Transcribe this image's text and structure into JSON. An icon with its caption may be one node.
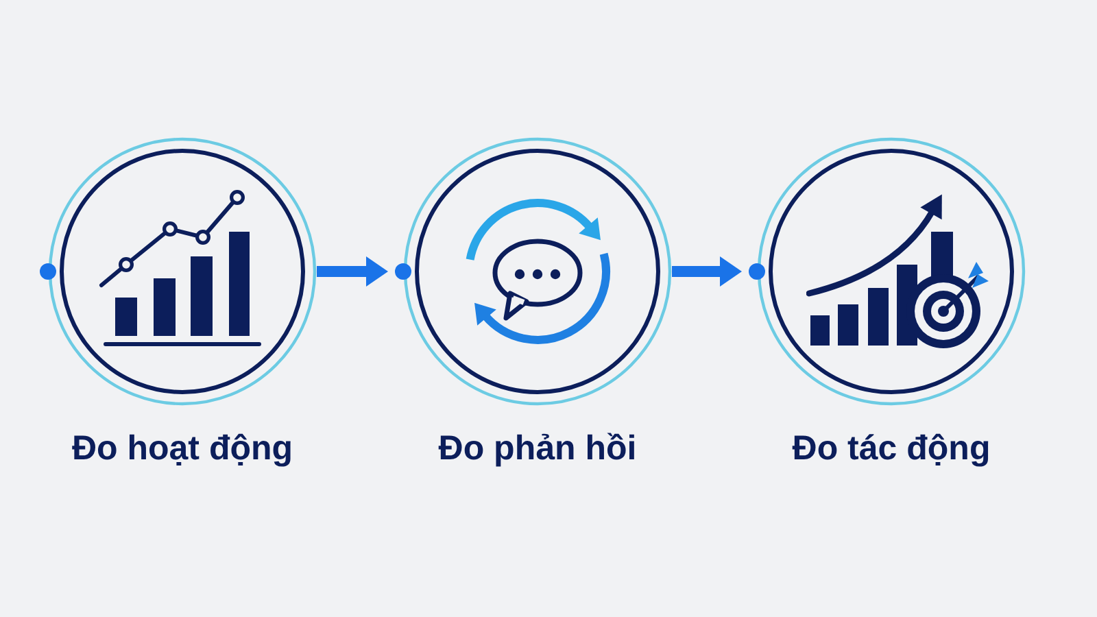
{
  "diagram": {
    "nodes": [
      {
        "text": [
          "Đo hoạt động"
        ]
      },
      {
        "text": [
          "Đo phản hồi"
        ]
      },
      {
        "text": [
          "Đo tác động"
        ]
      }
    ],
    "edges": [
      {
        "from": 0,
        "to": 1,
        "arrow": "to"
      },
      {
        "from": 1,
        "to": 2,
        "arrow": "to"
      }
    ]
  }
}
